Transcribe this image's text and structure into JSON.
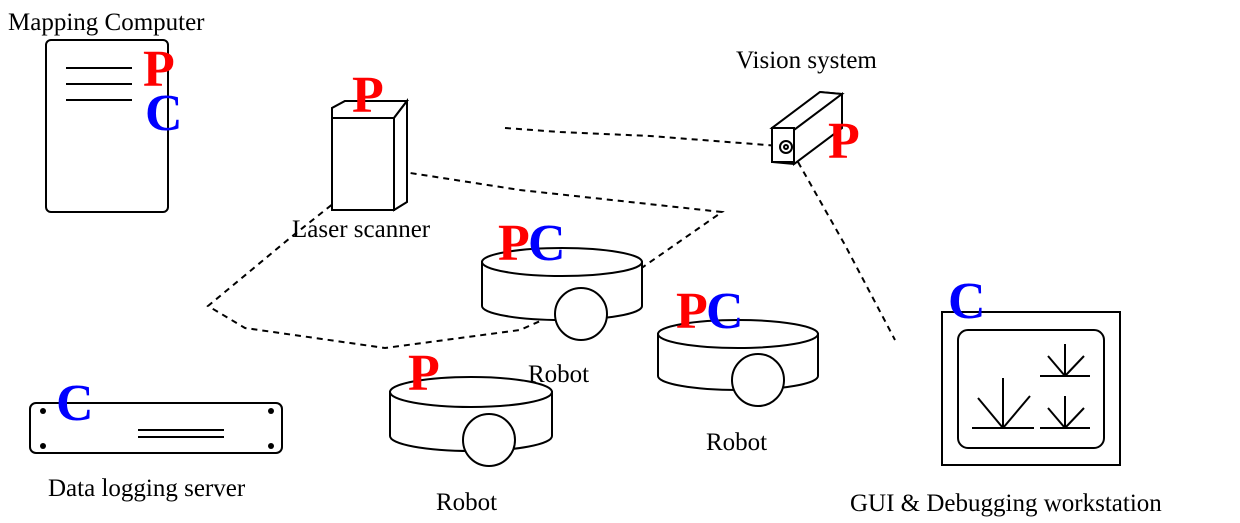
{
  "labels": {
    "mapping_computer": "Mapping Computer",
    "vision_system": "Vision system",
    "laser_scanner": "Laser scanner",
    "robot_1": "Robot",
    "robot_2": "Robot",
    "robot_3": "Robot",
    "data_logging_server": "Data logging server",
    "gui_workstation": "GUI & Debugging workstation"
  },
  "tags": {
    "p": "P",
    "c": "C"
  },
  "colors": {
    "p": "#ff0000",
    "c": "#0000ff"
  }
}
